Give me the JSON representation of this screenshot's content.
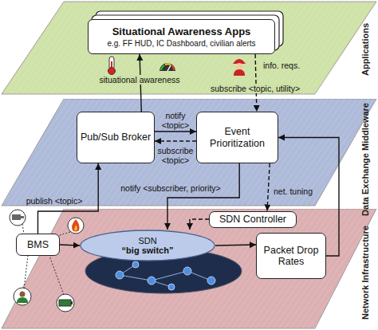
{
  "diagram": {
    "nodes": [
      {
        "text": [
          "Applications"
        ]
      },
      {
        "text": [
          "Situational Awareness Apps",
          "e.g. FF HUD, IC Dashboard, civilian alerts"
        ],
        "in": 0
      },
      {
        "text": [
          "Data Exchange Middleware"
        ]
      },
      {
        "text": [
          "Pub/Sub Broker"
        ],
        "in": 2
      },
      {
        "text": [
          "Event Prioritization"
        ],
        "in": 2
      },
      {
        "text": [
          "Network Infrastructure"
        ]
      },
      {
        "text": [
          "BMS"
        ],
        "in": 5
      },
      {
        "text": [
          "SDN",
          "“big switch”"
        ],
        "in": 5
      },
      {
        "text": [
          "SDN Controller"
        ],
        "in": 5
      },
      {
        "text": [
          "Packet Drop Rates"
        ],
        "in": 5
      }
    ],
    "edges": [
      {
        "from": 3,
        "to": 1,
        "arrow": "to",
        "label": "situational awareness"
      },
      {
        "from": 1,
        "to": 4,
        "arrow": "to",
        "label": "subscribe <topic, utility>"
      },
      {
        "from": 3,
        "to": 4,
        "arrow": "to",
        "label": "notify <topic>"
      },
      {
        "from": 4,
        "to": 3,
        "arrow": "to",
        "label": "subscribe <topic>"
      },
      {
        "from": 6,
        "to": 3,
        "arrow": "to",
        "label": "publish <topic>"
      },
      {
        "from": 4,
        "to": 7,
        "arrow": "to",
        "label": "notify <subscriber, priority>"
      },
      {
        "from": 4,
        "to": 8,
        "arrow": "to",
        "label": "net. tuning"
      },
      {
        "from": 8,
        "to": 7,
        "arrow": "to"
      },
      {
        "from": 6,
        "to": 7,
        "arrow": "to"
      },
      {
        "from": 7,
        "to": 9,
        "arrow": "to"
      },
      {
        "from": 9,
        "to": 4,
        "arrow": "to"
      }
    ],
    "labels": [
      "info. reqs."
    ]
  }
}
